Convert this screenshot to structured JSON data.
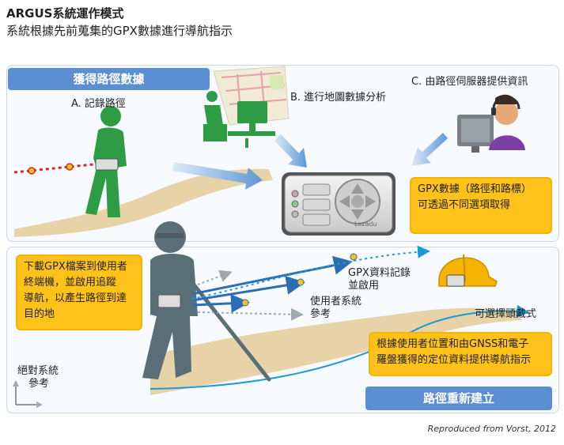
{
  "header": {
    "title": "ARGUS系統運作模式",
    "subtitle": "系統根據先前蒐集的GPX數據進行導航指示"
  },
  "top_panel": {
    "section_label": "獲得路徑數據",
    "step_a": "A. 記錄路徑",
    "step_b": "B. 進行地圖數據分析",
    "step_c": "C. 由路徑伺服器提供資訊",
    "gpx_box": [
      "GPX數據（路徑和路標）",
      "可透過不同選項取得"
    ]
  },
  "bottom_panel": {
    "download_box": [
      "下載GPX檔案到使用者",
      "終端機，並啟用追蹤",
      "導航，以產生路徑到達",
      "目的地"
    ],
    "gpx_record": [
      "GPX資料記錄",
      "並啟用"
    ],
    "user_ref": [
      "使用者系統",
      "參考"
    ],
    "headwear": "可選擇頭戴式",
    "absolute_ref": [
      "絕對系統",
      "參考"
    ],
    "nav_box": [
      "根據使用者位置和由GNSS和電子",
      "羅盤獲得的定位資料提供導航指示"
    ],
    "section_label": "路徑重新建立"
  },
  "device_brand": "Lezadu",
  "credit": "Reproduced from Vorst, 2012",
  "colors": {
    "accent_blue": "#5b8fd1",
    "highlight_yellow": "#ffc21a",
    "person_green": "#2e9b45",
    "person_slate": "#5a6e78",
    "arrow_blue": "#2f6db3",
    "path_red": "#d42a2a"
  },
  "icons": [
    "walking-person-icon",
    "computer-user-icon",
    "map-icon",
    "operator-headset-icon",
    "gps-device-icon",
    "helmet-icon",
    "blind-person-cane-icon",
    "axis-icon"
  ]
}
